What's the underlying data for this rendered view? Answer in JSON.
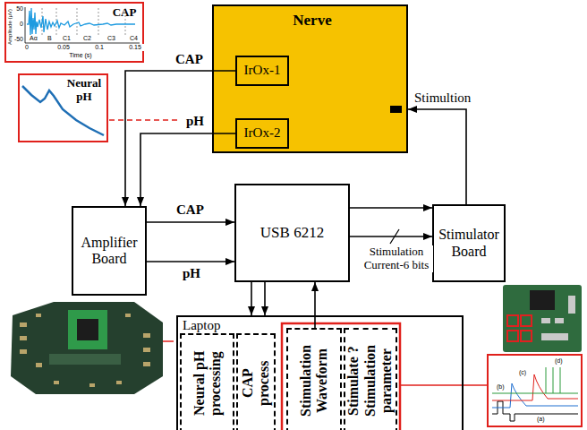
{
  "diagram": {
    "nodes": [
      {
        "text": [
          "CAP"
        ]
      },
      {
        "text": [
          "Nerve"
        ]
      },
      {
        "text": [
          "IrOx-1"
        ],
        "in": 1
      },
      {
        "text": [
          "IrOx-2"
        ],
        "in": 1
      },
      {
        "text": [
          "Neural pH"
        ]
      },
      {
        "text": [
          "Amplifier Board"
        ]
      },
      {
        "text": [
          "USB 6212"
        ]
      },
      {
        "text": [
          "Stimulator Board"
        ]
      },
      {
        "text": [
          "Laptop"
        ]
      },
      {
        "text": [
          "Neural pH processing"
        ],
        "in": 8
      },
      {
        "text": [
          "CAP process"
        ],
        "in": 8
      },
      {
        "text": [
          "Stimulation Waveform"
        ],
        "in": 8
      },
      {
        "text": [
          "Stimulate ? Stimulation parameter"
        ],
        "in": 8
      }
    ],
    "edges": [
      {
        "from": 2,
        "to": 5,
        "arrow": "to",
        "label": "CAP"
      },
      {
        "from": 3,
        "to": 5,
        "arrow": "to",
        "label": "pH"
      },
      {
        "from": 5,
        "to": 6,
        "arrow": "to",
        "label": "CAP"
      },
      {
        "from": 5,
        "to": 6,
        "arrow": "to",
        "label": "pH"
      },
      {
        "from": 6,
        "to": 7,
        "arrow": "to"
      },
      {
        "from": 6,
        "to": 7,
        "arrow": "to",
        "label": "Stimulation Current-6 bits"
      },
      {
        "from": 7,
        "to": 1,
        "arrow": "to",
        "label": "Stimultion"
      },
      {
        "from": 6,
        "to": 8,
        "arrow": "to"
      },
      {
        "from": 6,
        "to": 8,
        "arrow": "to"
      },
      {
        "from": 11,
        "to": 6,
        "arrow": "to"
      }
    ],
    "labels": [
      "Amplitude (μV)",
      "50",
      "0",
      "-50",
      "Aα",
      "B",
      "C1",
      "C2",
      "C3",
      "C4",
      "0",
      "0.05",
      "0.1",
      "0.15",
      "Time (s)",
      "(a)",
      "(b)",
      "(c)",
      "(d)"
    ]
  }
}
